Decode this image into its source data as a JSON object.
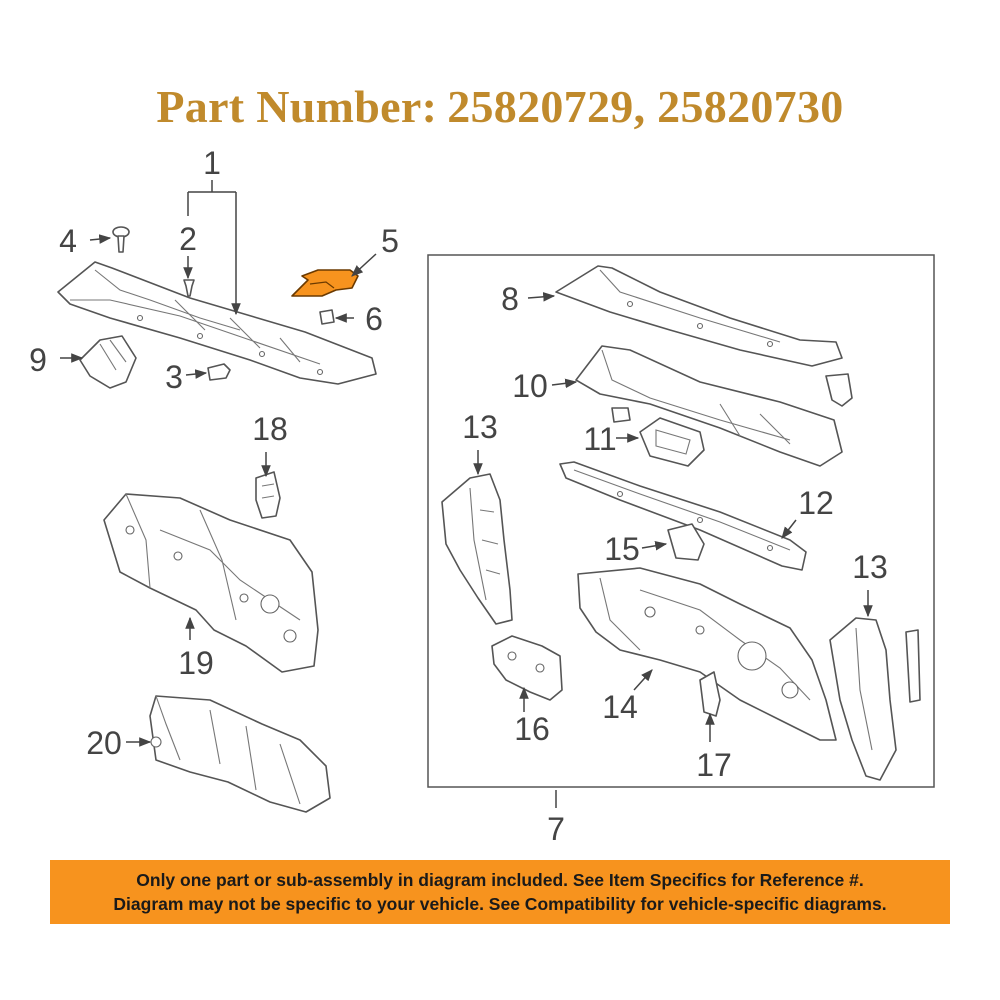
{
  "title": {
    "label": "Part Number:",
    "numbers": "25820729, 25820730"
  },
  "callouts": {
    "c1": "1",
    "c2": "2",
    "c3": "3",
    "c4": "4",
    "c5": "5",
    "c6": "6",
    "c7": "7",
    "c8": "8",
    "c9": "9",
    "c10": "10",
    "c11": "11",
    "c12": "12",
    "c13a": "13",
    "c13b": "13",
    "c14": "14",
    "c15": "15",
    "c16": "16",
    "c17": "17",
    "c18": "18",
    "c19": "19",
    "c20": "20"
  },
  "highlighted_part": "5",
  "colors": {
    "title": "#c08a2c",
    "highlight": "#f7931e",
    "banner_bg": "#f7931e",
    "line_art": "#555555"
  },
  "banner": {
    "line1": "Only one part or sub-assembly in diagram included. See Item Specifics for Reference #.",
    "line2": "Diagram may not be specific to your vehicle. See Compatibility for vehicle-specific diagrams."
  }
}
